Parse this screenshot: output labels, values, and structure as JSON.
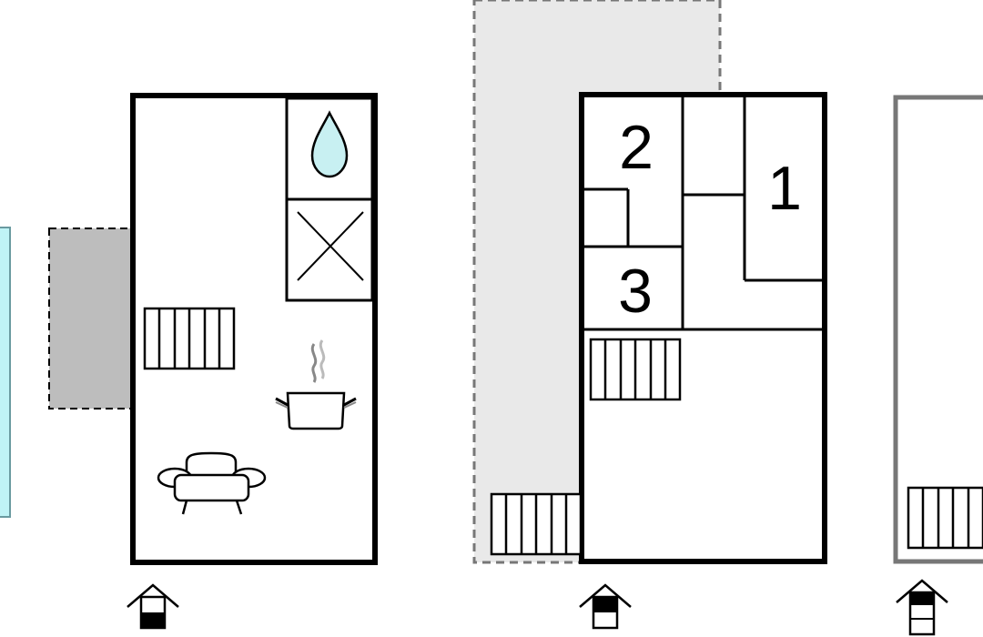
{
  "colors": {
    "wall": "#000000",
    "pool": "#bff3f6",
    "terrace": "#bdbdbd",
    "balcony": "#e9e9e9",
    "water": "#c8f0f2",
    "outline": "#777777"
  },
  "floors": [
    {
      "icons": [
        "stairs-icon",
        "water-drop-icon",
        "fireplace-icon",
        "cooking-pot-icon",
        "sofa-icon",
        "floor-level-icon"
      ]
    },
    {
      "rooms": [
        {
          "label": "2"
        },
        {
          "label": "1"
        },
        {
          "label": "3"
        }
      ],
      "icons": [
        "stairs-icon",
        "floor-level-icon"
      ]
    },
    {
      "icons": [
        "stairs-icon",
        "floor-level-icon"
      ]
    }
  ]
}
